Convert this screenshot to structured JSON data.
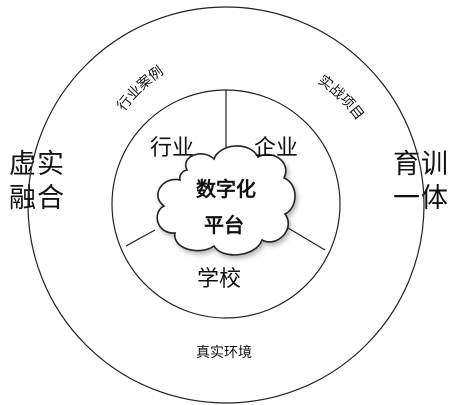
{
  "left_label": {
    "line1": "虚实",
    "line2": "融合"
  },
  "right_label": {
    "line1": "育训",
    "line2": "一体"
  },
  "outer_ring": {
    "top_left_arc_text": "行业案例",
    "top_right_arc_text": "实战项目",
    "bottom_text": "真实环境"
  },
  "inner_circle": {
    "sectors": [
      "行业",
      "企业",
      "学校"
    ]
  },
  "center_cloud": {
    "line1": "数字化",
    "line2": "平台"
  },
  "colors": {
    "stroke": "#222222",
    "text": "#111111",
    "background": "#ffffff"
  }
}
